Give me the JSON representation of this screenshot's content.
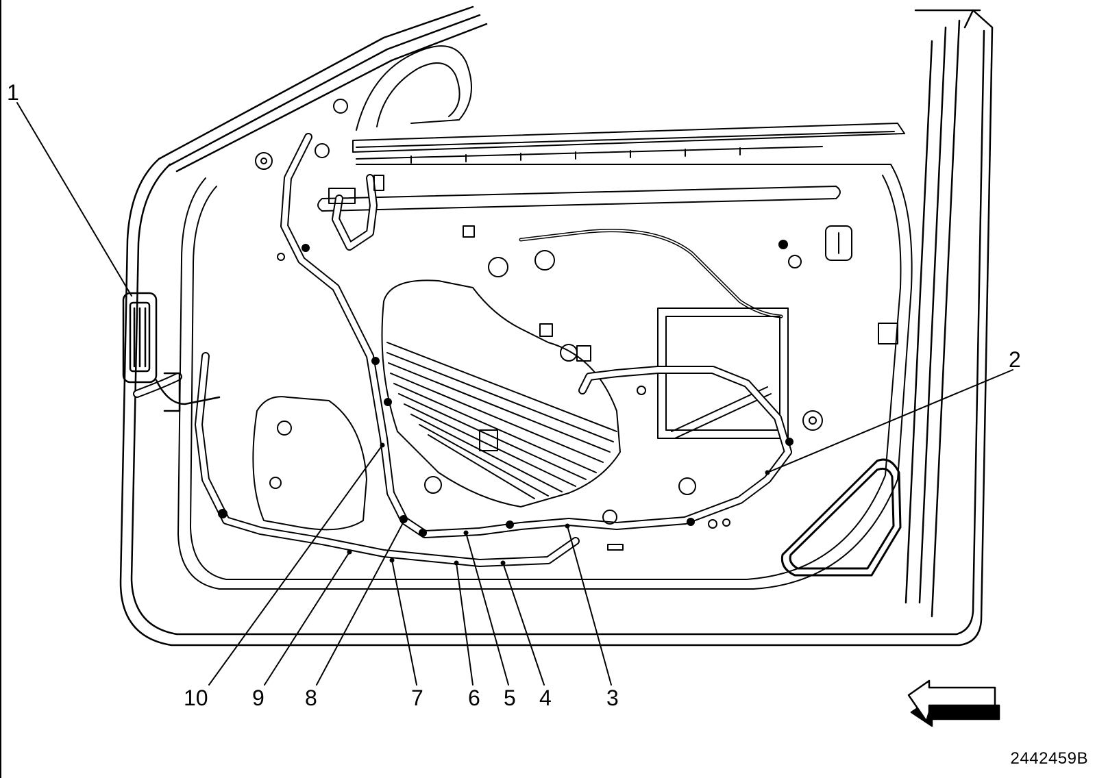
{
  "figure_id": "2442459B",
  "callouts": [
    {
      "id": "1",
      "label": "1"
    },
    {
      "id": "2",
      "label": "2"
    },
    {
      "id": "3",
      "label": "3"
    },
    {
      "id": "4",
      "label": "4"
    },
    {
      "id": "5",
      "label": "5"
    },
    {
      "id": "6",
      "label": "6"
    },
    {
      "id": "7",
      "label": "7"
    },
    {
      "id": "8",
      "label": "8"
    },
    {
      "id": "9",
      "label": "9"
    },
    {
      "id": "10",
      "label": "10"
    }
  ],
  "direction_arrow": {
    "icon": "left-arrow-icon",
    "points": "left"
  }
}
